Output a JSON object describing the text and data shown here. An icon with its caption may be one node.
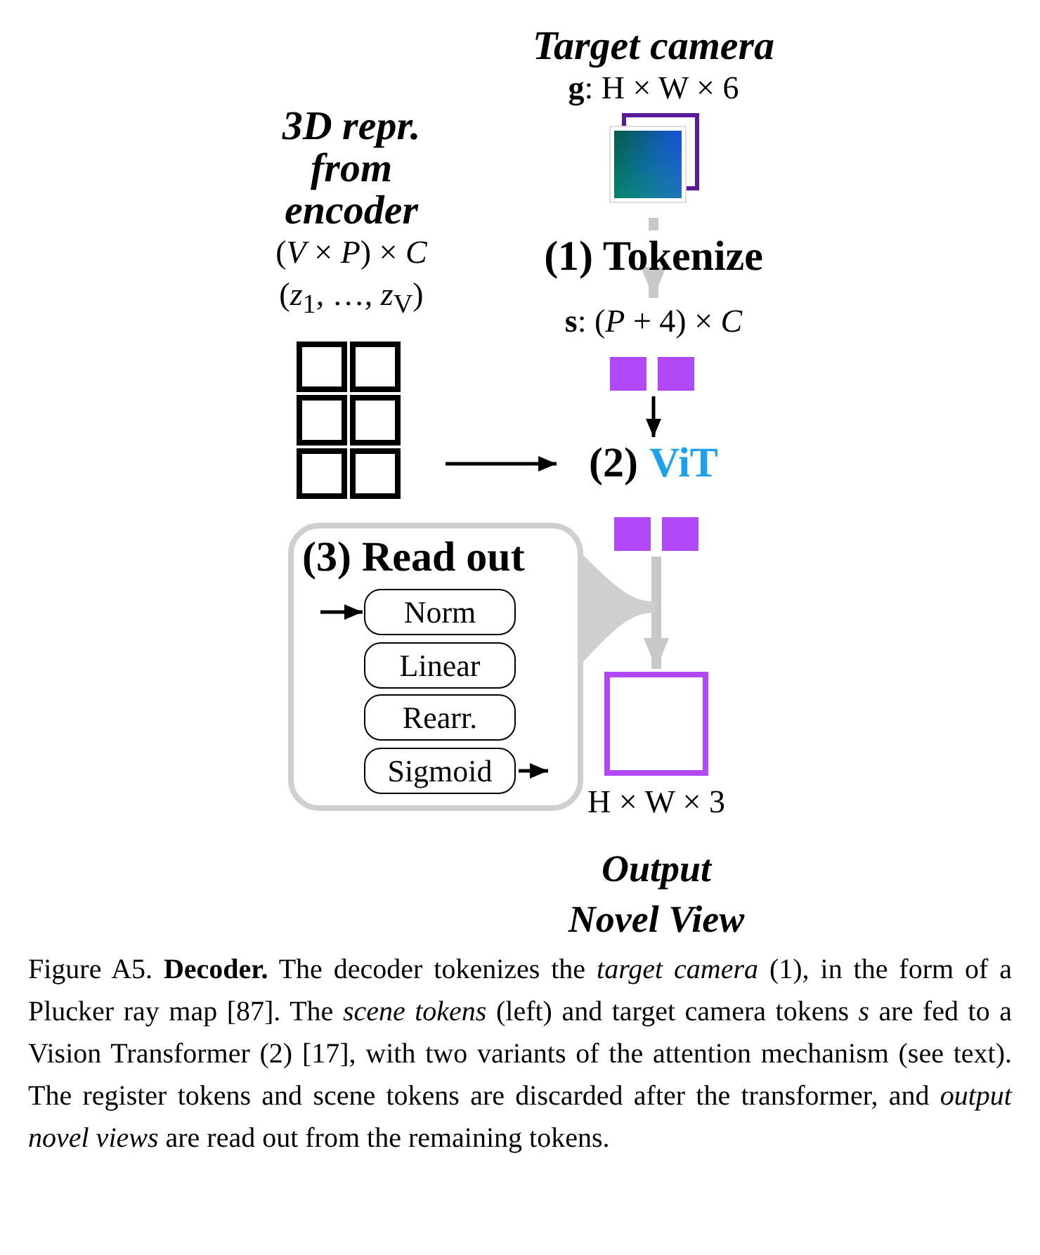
{
  "diagram": {
    "caption": "Figure A5. **Decoder.** The decoder tokenizes the *target camera* (1), in the form of a Plucker ray map [87]. The *scene tokens* (left) and target camera tokens *s* are fed to a Vision Transformer (2) [17], with two variants of the attention mechanism (see text). The register tokens and scene tokens are discarded after the transformer, and *output novel views* are read out from the remaining tokens.",
    "nodes": [
      {
        "text": [
          "3D repr. from encoder",
          "(*V* × *P*) × *C*",
          "(*z*$_{1}$, …, *z*$_{V}$)"
        ]
      },
      {
        "text": [
          "Target camera",
          "**g**: H × W × 6"
        ]
      },
      {
        "text": [
          "(1) Tokenize"
        ]
      },
      {
        "text": [
          "**s**: (*P* + 4) × *C*"
        ]
      },
      {
        "text": [
          "(2)",
          "ViT"
        ]
      },
      {
        "text": [],
        "shape": "box"
      },
      {
        "text": [
          "(3) Read out"
        ]
      },
      {
        "text": [
          "Norm"
        ],
        "in": 6
      },
      {
        "text": [
          "Linear"
        ],
        "in": 6
      },
      {
        "text": [
          "Rearr."
        ],
        "in": 6
      },
      {
        "text": [
          "Sigmoid"
        ],
        "in": 6
      },
      {
        "text": [
          "H × W × 3",
          "Output Novel View"
        ]
      },
      {
        "text": [],
        "shape": "wedge"
      }
    ],
    "edges": [
      {
        "from": 1,
        "to": 2,
        "arrow": "none",
        "color": "#c8c8c8",
        "style": "thick"
      },
      {
        "from": 2,
        "to": 3,
        "arrow": "to",
        "color": "#c8c8c8",
        "style": "thick"
      },
      {
        "from": 3,
        "to": 4,
        "arrow": "to"
      },
      {
        "from": 0,
        "to": 4,
        "arrow": "to"
      },
      {
        "from": 5,
        "to": 11,
        "arrow": "to",
        "color": "#c8c8c8",
        "style": "thick"
      },
      {
        "from": null,
        "to": 7,
        "arrow": "to"
      },
      {
        "from": 10,
        "to": 11,
        "arrow": "to"
      }
    ]
  }
}
